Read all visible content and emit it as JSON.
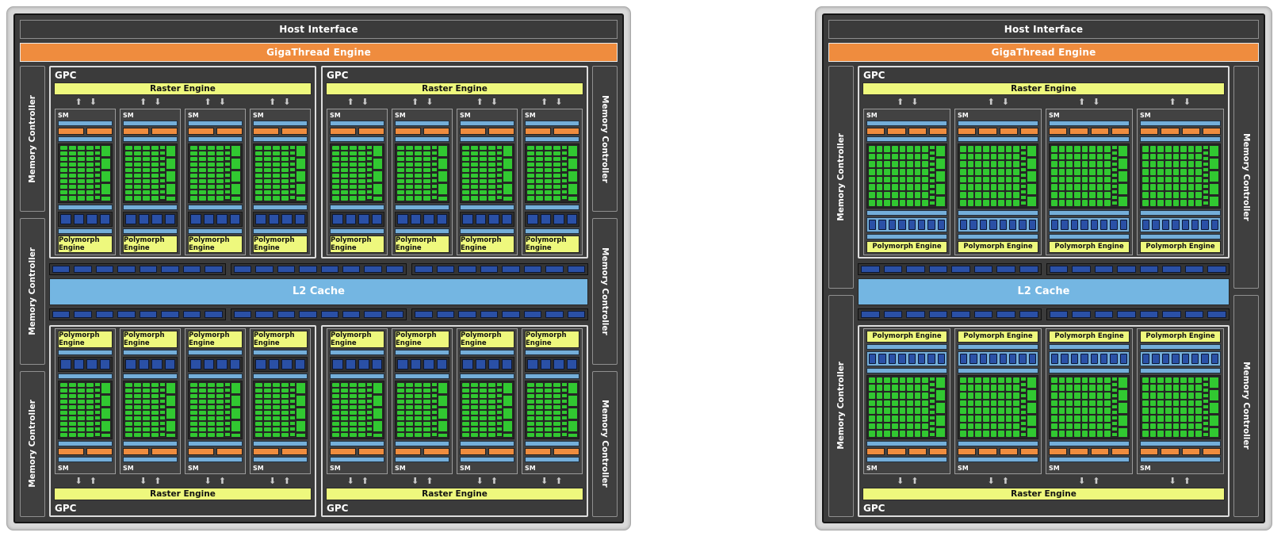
{
  "labels": {
    "host_interface": "Host Interface",
    "gigathread_engine": "GigaThread Engine",
    "gpc": "GPC",
    "raster_engine": "Raster Engine",
    "sm": "SM",
    "polymorph_engine": "Polymorph Engine",
    "l2_cache": "L2 Cache",
    "memory_controller": "Memory Controller"
  },
  "icons": {
    "up_arrow": "⬆",
    "down_arrow": "⬇"
  },
  "colors": {
    "panel_dark": "#3b3b3b",
    "frame_gray": "#d9d9d9",
    "orange": "#ef8c3e",
    "yellow": "#eef87d",
    "light_blue": "#74aed9",
    "l2_blue": "#74b6e2",
    "navy_blue": "#2a50a6",
    "core_green": "#31c831"
  },
  "diagrams": [
    {
      "side": "left",
      "mc_segments_per_side": 3,
      "gpc_rows": [
        {
          "orientation": "top",
          "gpc_count": 2
        },
        {
          "orientation": "bottom",
          "gpc_count": 2
        }
      ],
      "sms_per_gpc": 4,
      "sm": {
        "core_columns": 4,
        "core_rows": 10,
        "scheduler_segments": 2,
        "ldst_rects": 4,
        "ldst_row_style": "dark"
      },
      "l2_strip_groups": 3,
      "strip_rects_per_group": 8
    },
    {
      "side": "right",
      "mc_segments_per_side": 2,
      "gpc_rows": [
        {
          "orientation": "top",
          "gpc_count": 1
        },
        {
          "orientation": "bottom",
          "gpc_count": 1
        }
      ],
      "sms_per_gpc": 4,
      "sm": {
        "core_columns": 8,
        "core_rows": 8,
        "scheduler_segments": 4,
        "ldst_rects": 8,
        "ldst_row_style": "light"
      },
      "l2_strip_groups": 2,
      "strip_rects_per_group": 8
    }
  ]
}
